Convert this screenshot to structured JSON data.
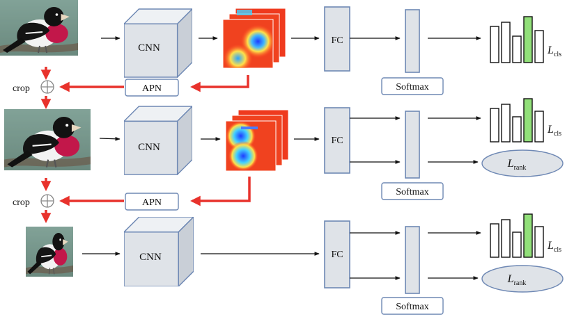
{
  "labels": {
    "crop": "crop",
    "cnn": "CNN",
    "fc": "FC",
    "apn": "APN",
    "softmax": "Softmax",
    "loss_symbol": "L",
    "cls_subscript": "cls",
    "rank_subscript": "rank"
  },
  "colors": {
    "box_fill": "#dfe3e8",
    "box_stroke": "#6e88b4",
    "red_arrow": "#e8322c",
    "black_arrow": "#111111",
    "highlight_bar": "#92e07a",
    "ellipse_fill": "#dfe3e8"
  },
  "rows": [
    {
      "scale": 1,
      "histogram": [
        38,
        46,
        28,
        52,
        30
      ]
    },
    {
      "scale": 2,
      "histogram": [
        34,
        42,
        26,
        48,
        30
      ]
    },
    {
      "scale": 3,
      "histogram": [
        36,
        44,
        26,
        52,
        30
      ]
    }
  ],
  "icons": [
    "bird-photo",
    "crop-plus-icon",
    "cnn-cube",
    "feature-heatmap",
    "fc-layer",
    "softmax-layer",
    "class-histogram",
    "rank-loss-ellipse"
  ]
}
